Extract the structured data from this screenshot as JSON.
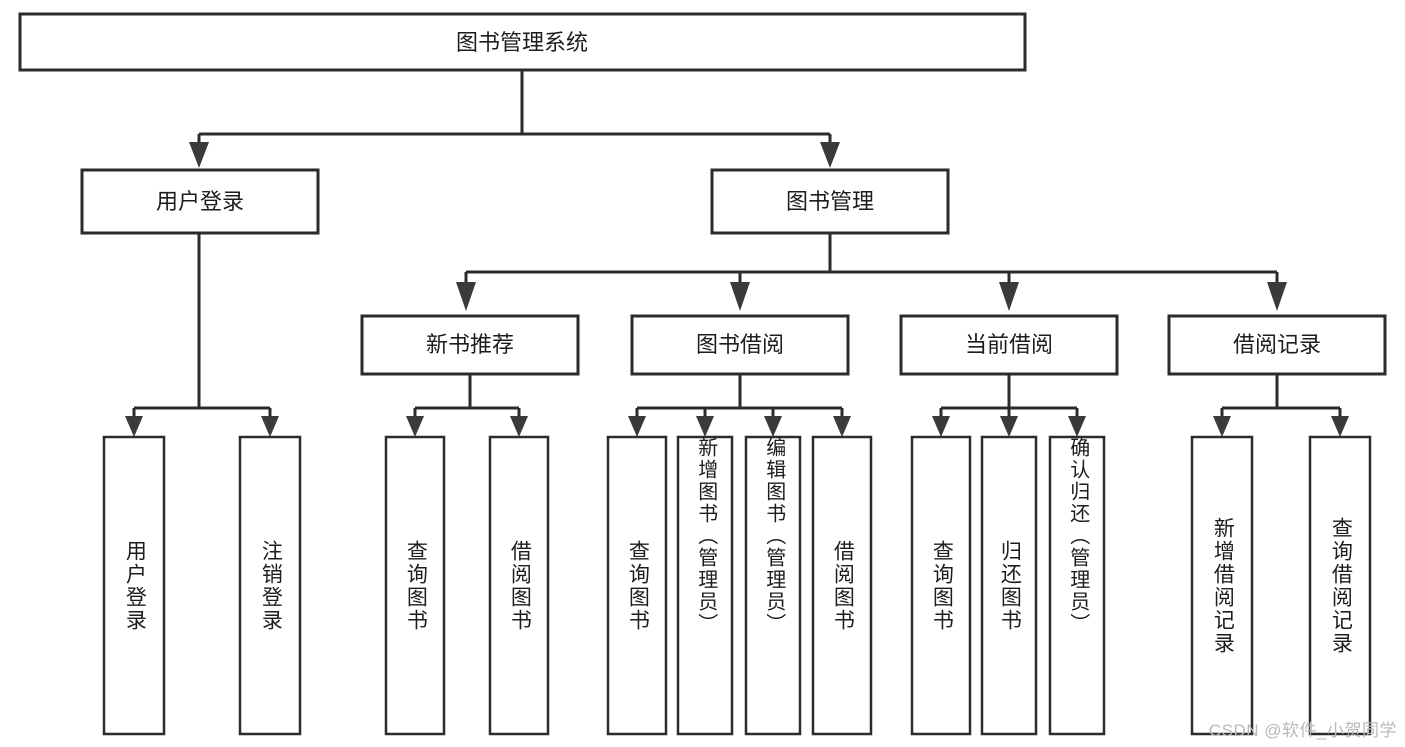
{
  "diagram": {
    "title": "图书管理系统",
    "type": "tree-hierarchy-flowchart",
    "orientation": "top-down",
    "colors": {
      "box_stroke": "#2b2b2b",
      "box_fill": "#ffffff",
      "connector": "#2b2b2b",
      "arrow": "#3a3a3a",
      "text": "#1d1d1d",
      "watermark": "#b9b9b9",
      "background": "#ffffff"
    },
    "root": {
      "label": "图书管理系统"
    },
    "level2": [
      {
        "id": "user-login",
        "label": "用户登录"
      },
      {
        "id": "book-management",
        "label": "图书管理"
      }
    ],
    "level3": [
      {
        "id": "new-book-recommend",
        "label": "新书推荐"
      },
      {
        "id": "book-borrow",
        "label": "图书借阅"
      },
      {
        "id": "current-borrow",
        "label": "当前借阅"
      },
      {
        "id": "borrow-record",
        "label": "借阅记录"
      }
    ],
    "leaves": {
      "user_login": [
        {
          "id": "leaf-user-login",
          "label": "用户登录"
        },
        {
          "id": "leaf-logout-login",
          "label": "注销登录"
        }
      ],
      "new_book_recommend": [
        {
          "id": "leaf-query-book-1",
          "label": "查询图书"
        },
        {
          "id": "leaf-borrow-book-1",
          "label": "借阅图书"
        }
      ],
      "book_borrow": [
        {
          "id": "leaf-query-book-2",
          "label": "查询图书"
        },
        {
          "id": "leaf-add-book",
          "label": "新增图书（管理员）"
        },
        {
          "id": "leaf-edit-book",
          "label": "编辑图书（管理员）"
        },
        {
          "id": "leaf-borrow-book-2",
          "label": "借阅图书"
        }
      ],
      "current_borrow": [
        {
          "id": "leaf-query-book-3",
          "label": "查询图书"
        },
        {
          "id": "leaf-return-book",
          "label": "归还图书"
        },
        {
          "id": "leaf-confirm-return",
          "label": "确认归还（管理员）"
        }
      ],
      "borrow_record": [
        {
          "id": "leaf-add-record",
          "label": "新增借阅记录"
        },
        {
          "id": "leaf-query-record",
          "label": "查询借阅记录"
        }
      ]
    }
  },
  "watermark": {
    "text": "CSDN @软件_小贺同学"
  }
}
